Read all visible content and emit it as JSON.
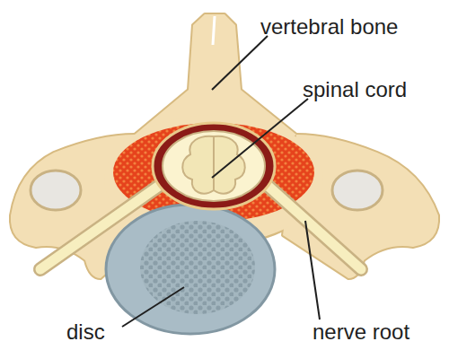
{
  "diagram": {
    "labels": [
      "vertebral bone",
      "spinal cord",
      "disc",
      "nerve root"
    ]
  }
}
